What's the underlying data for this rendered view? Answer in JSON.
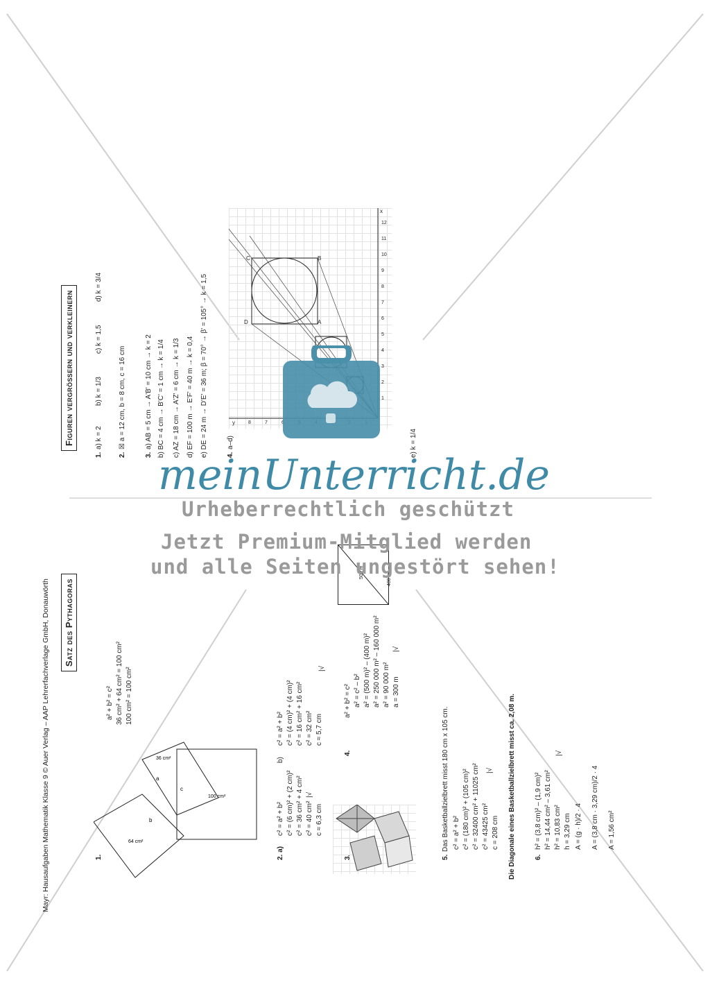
{
  "header": {
    "credit": "Mayr: Hausaufgaben Mathematik Klasse 9 © Auer Verlag – AAP Lehrerfachverlage GmbH, Donauwörth"
  },
  "left_section": {
    "title": "Satz des Pythagoras",
    "t1": {
      "label": "1.",
      "lines": [
        "a² + b² = c²",
        "36 cm² + 64 cm² = 100 cm²",
        "100 cm² = 100 cm²"
      ],
      "fig": {
        "a": "a",
        "b": "b",
        "c": "c",
        "area_a": "36 cm²",
        "area_b": "64 cm²",
        "area_c": "100 cm²"
      }
    },
    "t2a": {
      "label": "2. a)",
      "lines": [
        "c² = a² + b²",
        "c² = (6 cm)² + (2 cm)²",
        "c² = 36 cm² + 4 cm²",
        "c² = 40 cm²",
        "c ≈ 6,3 cm"
      ],
      "root": "|√"
    },
    "t2b": {
      "label": "b)",
      "lines": [
        "c² = a² + b²",
        "c² = (4 cm)² + (4 cm)²",
        "c² = 16 cm² + 16 cm²",
        "c² = 32 cm²",
        "c ≈ 5,7 cm"
      ],
      "root": "|√"
    },
    "t3": {
      "label": "3."
    },
    "t4": {
      "label": "4.",
      "lines": [
        "a² + b² = c²",
        "a² = c² – b²",
        "a² = (500 m)² – (400 m)²",
        "a² = 250 000 m² – 160 000 m²",
        "a² = 90 000 m²",
        "a = 300 m"
      ],
      "root": "|√",
      "fig": {
        "side": "400 m",
        "diag": "500 m"
      }
    },
    "t5": {
      "label": "5.",
      "intro": "Das Basketballzielbrett misst 180 cm x 105 cm.",
      "lines": [
        "c² = a² + b²",
        "c² = (180 cm)² + (105 cm)²",
        "c² = 32400 cm² + 11025 cm²",
        "c² = 43425 cm²",
        "c = 208 cm"
      ],
      "root": "|√",
      "conclusion": "Die Diagonale eines Basketballzielbrett misst ca. 2,08 m."
    },
    "t6": {
      "label": "6.",
      "lines": [
        "h² = (3,8 cm)² – (1,9 cm)²",
        "h² = 14,44 cm² – 3,61 cm²",
        "h² = 10,83 cm²",
        "h = 3,29 cm",
        "A = (g · h)/2 · 4",
        "A = (3,8 cm · 3,29 cm)/2 · 4",
        "A = 1,56 cm²"
      ],
      "root": "|√"
    }
  },
  "right_section": {
    "title": "Figuren vergrößern und verkleinern",
    "t1": {
      "label": "1.",
      "items": [
        "a) k = 2",
        "b) k = 1/3",
        "c) k = 1,5",
        "d) k = 3/4"
      ]
    },
    "t2": {
      "label": "2.",
      "text": "☒ a = 12 cm, b = 8 cm, c = 16 cm"
    },
    "t3": {
      "label": "3.",
      "items": [
        "a) AB = 5 cm → A'B' = 10 cm → k = 2",
        "b) BC = 4 cm → B'C' = 1 cm → k = 1/4",
        "c) AZ = 18 cm → A'Z' = 6 cm → k = 1/3",
        "d) EF = 100 m → E'F' = 40 m → k = 0,4",
        "e) DE = 24 m → D'E' = 36 m; β = 70° → β' = 105° → k = 1,5"
      ]
    },
    "t4": {
      "label": "4.",
      "text": "a–d)",
      "e": "e) k = 1/4",
      "axis_x": "x",
      "axis_y": "y",
      "xticks": [
        "1",
        "2",
        "3",
        "4",
        "5",
        "6",
        "7",
        "8",
        "9",
        "10",
        "11",
        "12"
      ],
      "yticks": [
        "1",
        "2",
        "3",
        "4",
        "5",
        "6",
        "7",
        "8"
      ],
      "points": [
        "A",
        "B",
        "C",
        "D"
      ]
    }
  },
  "watermark": {
    "brand": "meinUnterricht.de",
    "line1": "Urheberrechtlich geschützt",
    "line2": "Jetzt Premium-Mitglied werden",
    "line3": "und alle Seiten ungestört sehen!"
  },
  "colors": {
    "watermark_blue": "#3f8aa6",
    "watermark_gray": "#9a9a9a"
  }
}
